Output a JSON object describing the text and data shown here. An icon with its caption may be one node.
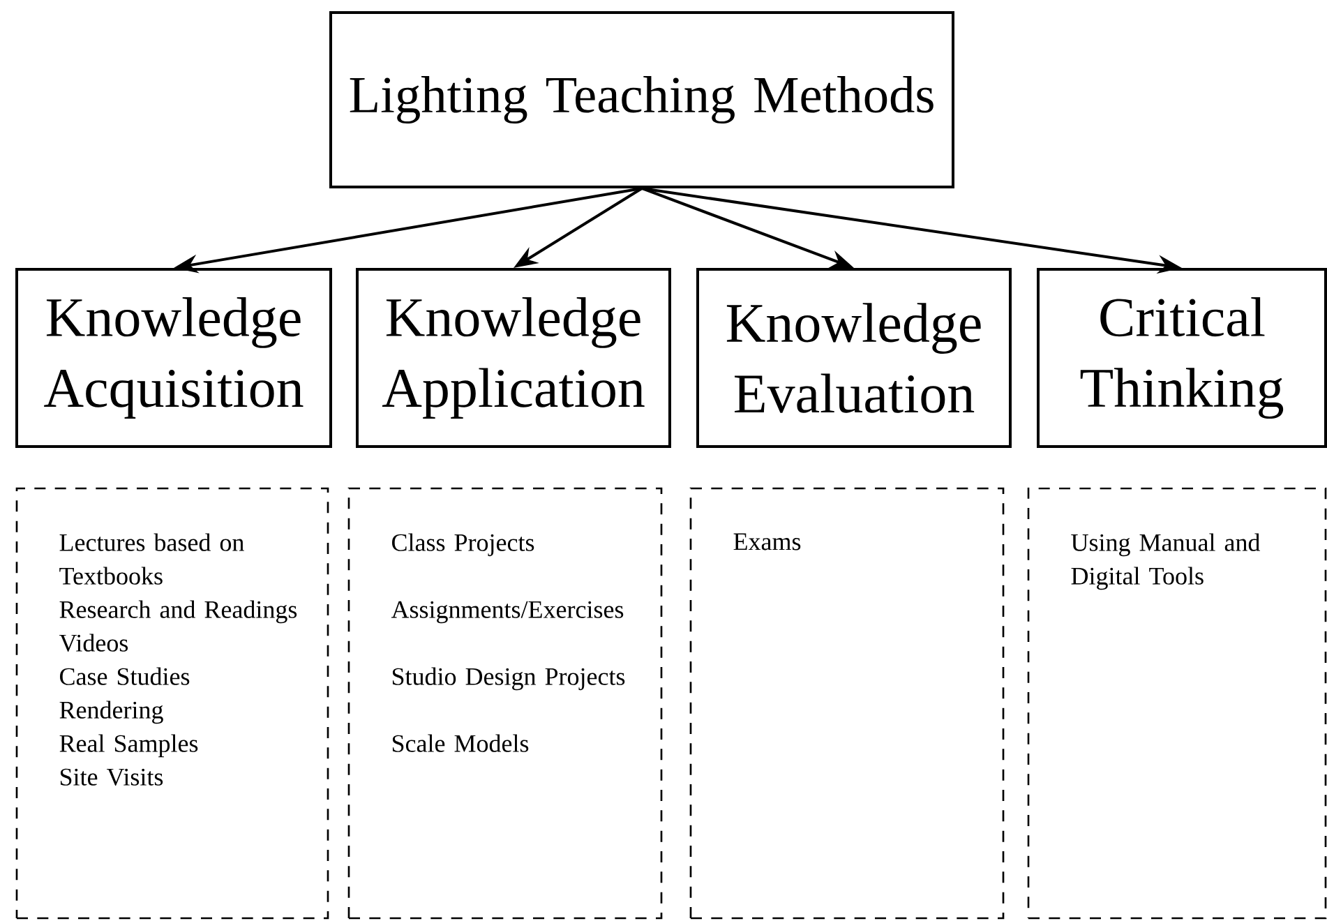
{
  "diagram": {
    "nodes": [
      {
        "text": [
          "Lighting Teaching Methods"
        ]
      },
      {
        "text": [
          "Knowledge Acquisition"
        ]
      },
      {
        "text": [
          "Knowledge Application"
        ]
      },
      {
        "text": [
          "Knowledge Evaluation"
        ]
      },
      {
        "text": [
          "Critical Thinking"
        ]
      },
      {
        "text": [
          "Lectures based on Textbooks",
          "Research and Readings",
          "Videos",
          "Case Studies",
          "Rendering",
          "Real Samples",
          "Site Visits"
        ]
      },
      {
        "text": [
          "Class Projects",
          "Assignments/Exercises",
          "Studio Design Projects",
          "Scale Models"
        ]
      },
      {
        "text": [
          "Exams"
        ]
      },
      {
        "text": [
          "Using Manual and Digital Tools"
        ]
      }
    ],
    "edges": [
      {
        "from": 0,
        "to": 1,
        "arrow": "to"
      },
      {
        "from": 0,
        "to": 2,
        "arrow": "to"
      },
      {
        "from": 0,
        "to": 3,
        "arrow": "to"
      },
      {
        "from": 0,
        "to": 4,
        "arrow": "to"
      }
    ]
  }
}
